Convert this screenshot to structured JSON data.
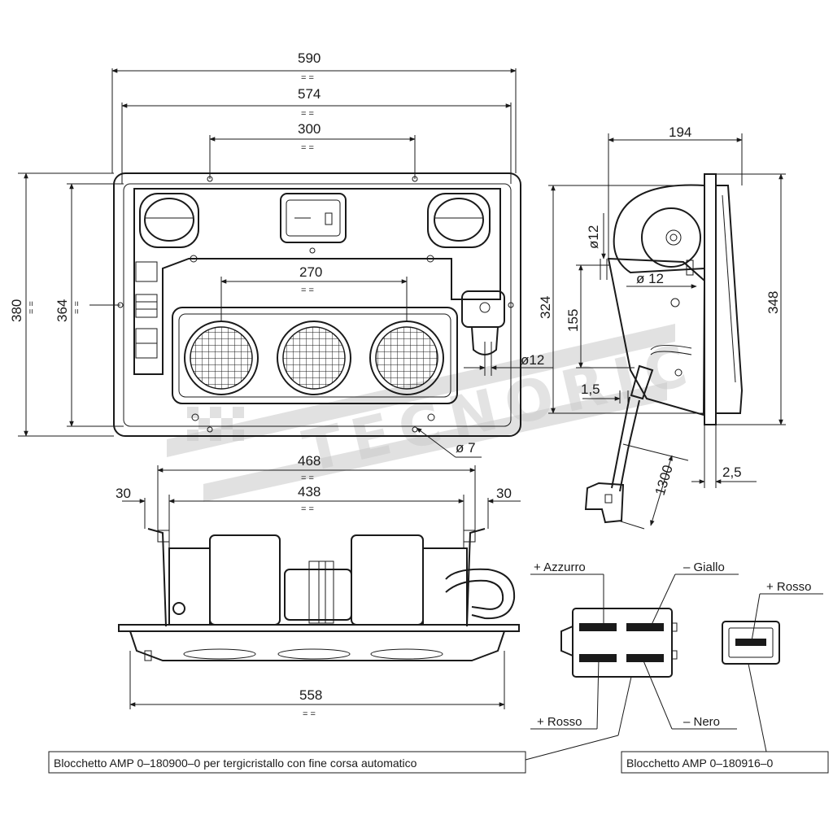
{
  "dimensions": {
    "top_590": "590",
    "top_574": "574",
    "top_300": "300",
    "center_270": "270",
    "left_380": "380",
    "left_364": "364",
    "hole_12": "ø12",
    "hole_7": "ø 7",
    "side_194": "194",
    "side_d12_vertical": "ø12",
    "side_d12": "ø 12",
    "side_324": "324",
    "side_155": "155",
    "side_348": "348",
    "side_15": "1,5",
    "side_25": "2,5",
    "cable_1300": "1300",
    "bottom_468": "468",
    "bottom_438": "438",
    "bottom_30_left": "30",
    "bottom_30_right": "30",
    "bottom_558": "558",
    "equal_mark": "= ="
  },
  "wires": {
    "azzurro": "+ Azzurro",
    "giallo": "– Giallo",
    "rosso_left": "+ Rosso",
    "nero": "– Nero",
    "rosso_right": "+ Rosso"
  },
  "captions": {
    "connector_wiper": "Blocchetto AMP 0–180900–0 per tergicristallo con fine corsa automatico",
    "connector_single": "Blocchetto AMP 0–180916–0"
  },
  "watermark": {
    "text": "TECNORIC",
    "color": "#c8c8c8"
  },
  "colors": {
    "ink": "#1a1a1a",
    "paper": "#ffffff"
  }
}
